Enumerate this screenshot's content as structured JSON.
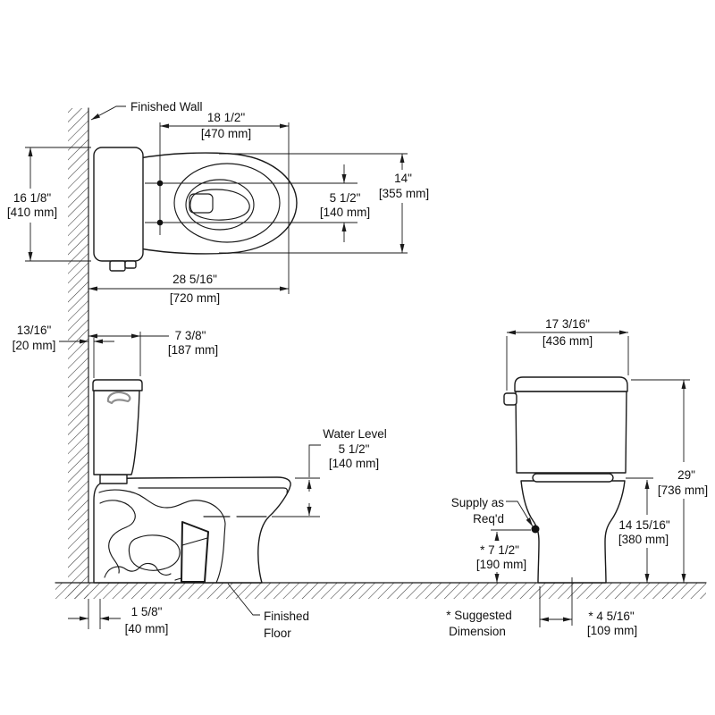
{
  "colors": {
    "line": "#1a1a1a",
    "lever_gray": "#8f8f8f",
    "background": "#ffffff"
  },
  "labels": {
    "finished_wall": "Finished Wall",
    "finished_floor_1": "Finished",
    "finished_floor_2": "Floor",
    "water_level": "Water Level",
    "supply_1": "Supply as",
    "supply_2": "Req'd",
    "suggested_1": "* Suggested",
    "suggested_2": "Dimension"
  },
  "top_view": {
    "bowl_length_in": "18 1/2\"",
    "bowl_length_mm": "[470 mm]",
    "tank_width_in": "16 1/8\"",
    "tank_width_mm": "[410 mm]",
    "bowl_width_in": "14\"",
    "bowl_width_mm": "[355 mm]",
    "bolt_spacing_in": "5 1/2\"",
    "bolt_spacing_mm": "[140 mm]",
    "overall_depth_in": "28 5/16\"",
    "overall_depth_mm": "[720 mm]"
  },
  "side_view": {
    "wall_gap_in": "13/16\"",
    "wall_gap_mm": "[20 mm]",
    "tank_depth_in": "7 3/8\"",
    "tank_depth_mm": "[187 mm]",
    "water_level_in": "5 1/2\"",
    "water_level_mm": "[140 mm]",
    "base_gap_in": "1 5/8\"",
    "base_gap_mm": "[40 mm]"
  },
  "front_view": {
    "width_in": "17 3/16\"",
    "width_mm": "[436 mm]",
    "height_in": "29\"",
    "height_mm": "[736 mm]",
    "rim_height_in": "14 15/16\"",
    "rim_height_mm": "[380 mm]",
    "supply_height_in": "* 7 1/2\"",
    "supply_height_mm": "[190 mm]",
    "supply_offset_in": "* 4 5/16\"",
    "supply_offset_mm": "[109 mm]"
  }
}
